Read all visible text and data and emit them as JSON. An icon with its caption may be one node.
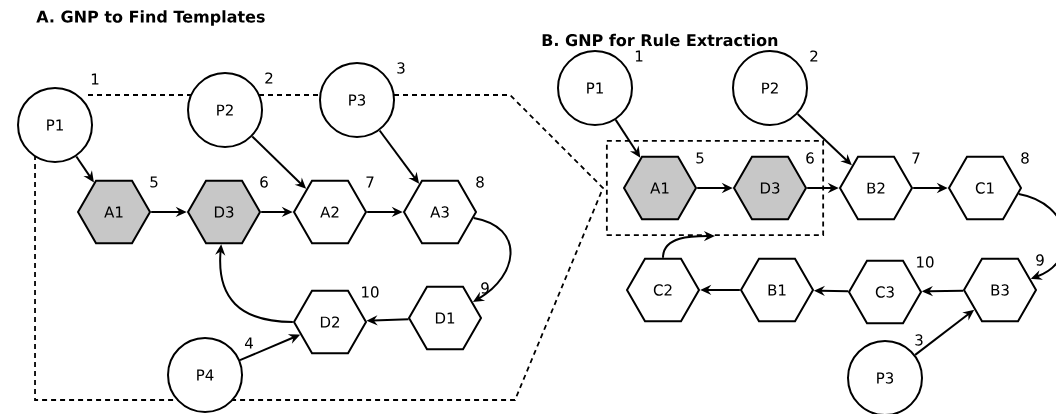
{
  "diagram": {
    "nodes": [
      {
        "text": [
          "P1"
        ],
        "beside": [
          "1"
        ]
      },
      {
        "text": [
          "P2"
        ],
        "beside": [
          "2"
        ]
      },
      {
        "text": [
          "P3"
        ],
        "beside": [
          "3"
        ]
      },
      {
        "text": [
          "P4"
        ],
        "beside": [
          "4"
        ]
      },
      {
        "text": [
          "A1"
        ],
        "beside": [
          "5"
        ]
      },
      {
        "text": [
          "D3"
        ],
        "beside": [
          "6"
        ]
      },
      {
        "text": [
          "A2"
        ],
        "beside": [
          "7"
        ]
      },
      {
        "text": [
          "A3"
        ],
        "beside": [
          "8"
        ]
      },
      {
        "text": [
          "D2"
        ],
        "beside": [
          "10"
        ]
      },
      {
        "text": [
          "D1"
        ],
        "beside": [
          "9"
        ]
      },
      {
        "text": [
          "P1"
        ],
        "beside": [
          "1"
        ]
      },
      {
        "text": [
          "P2"
        ],
        "beside": [
          "2"
        ]
      },
      {
        "text": [],
        "shape": "box"
      },
      {
        "text": [
          "A1"
        ],
        "beside": [
          "5"
        ],
        "in": 12
      },
      {
        "text": [
          "D3"
        ],
        "beside": [
          "6"
        ],
        "in": 12
      },
      {
        "text": [
          "B2"
        ],
        "beside": [
          "7"
        ]
      },
      {
        "text": [
          "C1"
        ],
        "beside": [
          "8"
        ]
      },
      {
        "text": [
          "C2"
        ]
      },
      {
        "text": [
          "B1"
        ]
      },
      {
        "text": [
          "C3"
        ],
        "beside": [
          "10"
        ]
      },
      {
        "text": [
          "B3"
        ],
        "beside": [
          "9"
        ]
      },
      {
        "text": [
          "P3"
        ],
        "beside": [
          "3"
        ]
      }
    ],
    "edges": [
      {
        "from": 0,
        "to": 4,
        "arrow": "to"
      },
      {
        "from": 4,
        "to": 5,
        "arrow": "to"
      },
      {
        "from": 5,
        "to": 6,
        "arrow": "to"
      },
      {
        "from": 1,
        "to": 6,
        "arrow": "to"
      },
      {
        "from": 6,
        "to": 7,
        "arrow": "to"
      },
      {
        "from": 2,
        "to": 7,
        "arrow": "to"
      },
      {
        "from": 7,
        "to": 9,
        "arrow": "to"
      },
      {
        "from": 9,
        "to": 8,
        "arrow": "to"
      },
      {
        "from": 8,
        "to": 5,
        "arrow": "to"
      },
      {
        "from": 3,
        "to": 8,
        "arrow": "to"
      },
      {
        "from": 10,
        "to": 13,
        "arrow": "to"
      },
      {
        "from": 13,
        "to": 14,
        "arrow": "to"
      },
      {
        "from": 14,
        "to": 15,
        "arrow": "to"
      },
      {
        "from": 11,
        "to": 15,
        "arrow": "to"
      },
      {
        "from": 15,
        "to": 16,
        "arrow": "to"
      },
      {
        "from": 16,
        "to": 20,
        "arrow": "to"
      },
      {
        "from": 20,
        "to": 19,
        "arrow": "to"
      },
      {
        "from": 19,
        "to": 18,
        "arrow": "to"
      },
      {
        "from": 18,
        "to": 17,
        "arrow": "to"
      },
      {
        "from": 17,
        "to": 12,
        "arrow": "to"
      },
      {
        "from": 21,
        "to": 20,
        "arrow": "to"
      }
    ],
    "labels": [
      "A. GNP to Find Templates",
      "B. GNP for Rule Extraction"
    ]
  }
}
